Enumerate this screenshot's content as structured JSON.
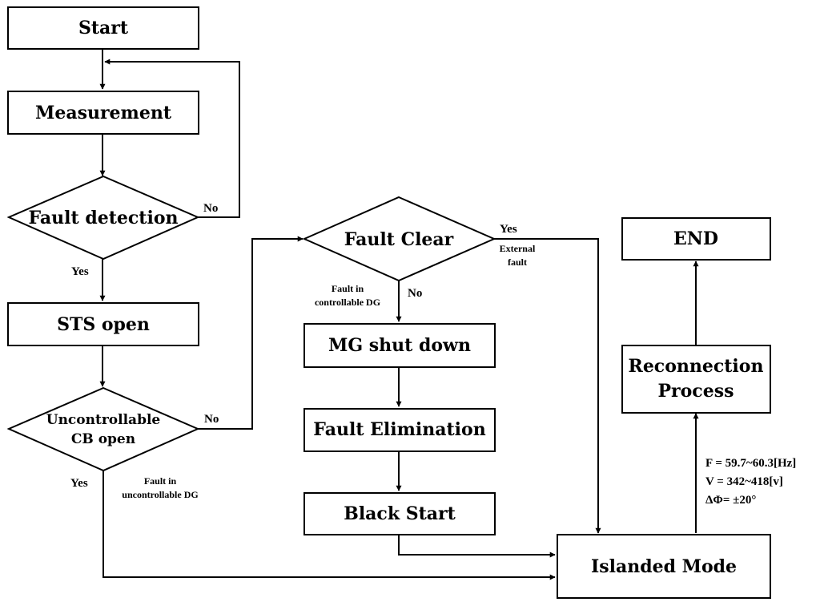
{
  "nodes": {
    "start": "Start",
    "measurement": "Measurement",
    "fault_detection": "Fault detection",
    "sts_open": "STS open",
    "uncontrollable_cb_1": "Uncontrollable",
    "uncontrollable_cb_2": "CB open",
    "fault_clear": "Fault Clear",
    "mg_shut_down": "MG shut down",
    "fault_elimination": "Fault Elimination",
    "black_start": "Black Start",
    "islanded_mode": "Islanded Mode",
    "reconnection_1": "Reconnection",
    "reconnection_2": "Process",
    "end": "END"
  },
  "edge_labels": {
    "detection_no": "No",
    "detection_yes": "Yes",
    "cb_no": "No",
    "cb_yes": "Yes",
    "clear_yes": "Yes",
    "clear_no": "No",
    "external_fault_1": "External",
    "external_fault_2": "fault",
    "controllable_dg_1": "Fault in",
    "controllable_dg_2": "controllable DG",
    "uncontrollable_dg_1": "Fault in",
    "uncontrollable_dg_2": "uncontrollable DG"
  },
  "conditions": {
    "frequency": "F = 59.7~60.3[Hz]",
    "voltage": "V = 342~418[v]",
    "phase": "ΔΦ= ±20°"
  }
}
